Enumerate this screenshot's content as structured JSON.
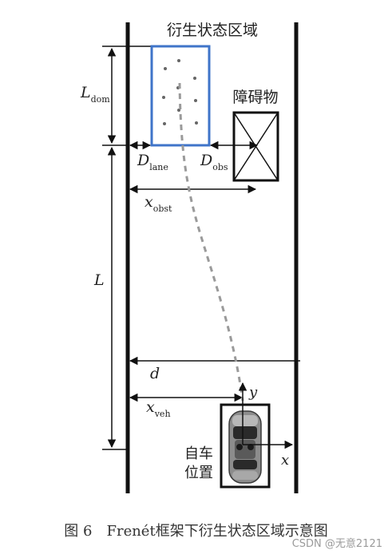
{
  "labels": {
    "region_title": "衍生状态区域",
    "obstacle": "障碍物",
    "ego_line1": "自车",
    "ego_line2": "位置",
    "L_dom_main": "L",
    "L_dom_sub": "dom",
    "L": "L",
    "D_lane_main": "D",
    "D_lane_sub": "lane",
    "D_obs_main": "D",
    "D_obs_sub": "obs",
    "x_obst_main": "x",
    "x_obst_sub": "obst",
    "d": "d",
    "x_veh_main": "x",
    "x_veh_sub": "veh",
    "axis_x": "x",
    "axis_y": "y"
  },
  "caption": "图 6　Frenét框架下衍生状态区域示意图",
  "watermark": "CSDN @无意2121",
  "colors": {
    "region_box": "#3f74c9",
    "lines": "#111111",
    "dashed_path": "#9a9a9a",
    "dots": "#666666"
  }
}
